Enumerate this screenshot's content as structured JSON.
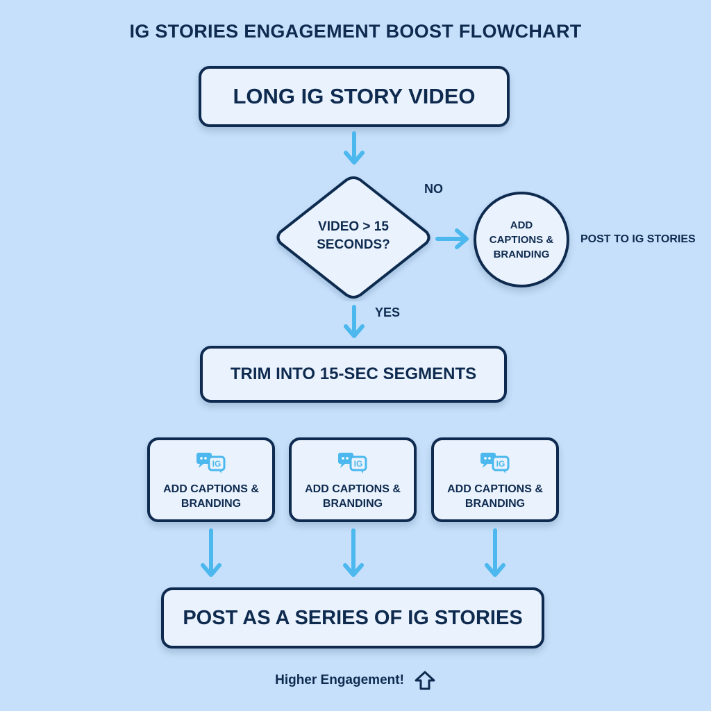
{
  "title": "IG STORIES ENGAGEMENT BOOST FLOWCHART",
  "nodes": {
    "start": "LONG IG STORY VIDEO",
    "decision": "VIDEO > 15\nSECONDS?",
    "no_branch": "ADD\nCAPTIONS &\nBRANDING",
    "trim": "TRIM INTO 15-SEC SEGMENTS",
    "segments": [
      {
        "label": "ADD CAPTIONS &\nBRANDING",
        "icon": "caption-ig-icon"
      },
      {
        "label": "ADD CAPTIONS &\nBRANDING",
        "icon": "caption-ig-icon"
      },
      {
        "label": "ADD CAPTIONS &\nBRANDING",
        "icon": "caption-ig-icon"
      }
    ],
    "final": "POST AS A SERIES OF IG STORIES"
  },
  "labels": {
    "no": "NO",
    "yes": "YES",
    "post": "POST TO IG STORIES"
  },
  "footer": {
    "text": "Higher Engagement!",
    "icon": "up-arrow-house-icon"
  },
  "colors": {
    "background": "#c6e0fb",
    "box_fill": "#eaf3fd",
    "border": "#0e2a4f",
    "arrow": "#4cb8ee"
  }
}
